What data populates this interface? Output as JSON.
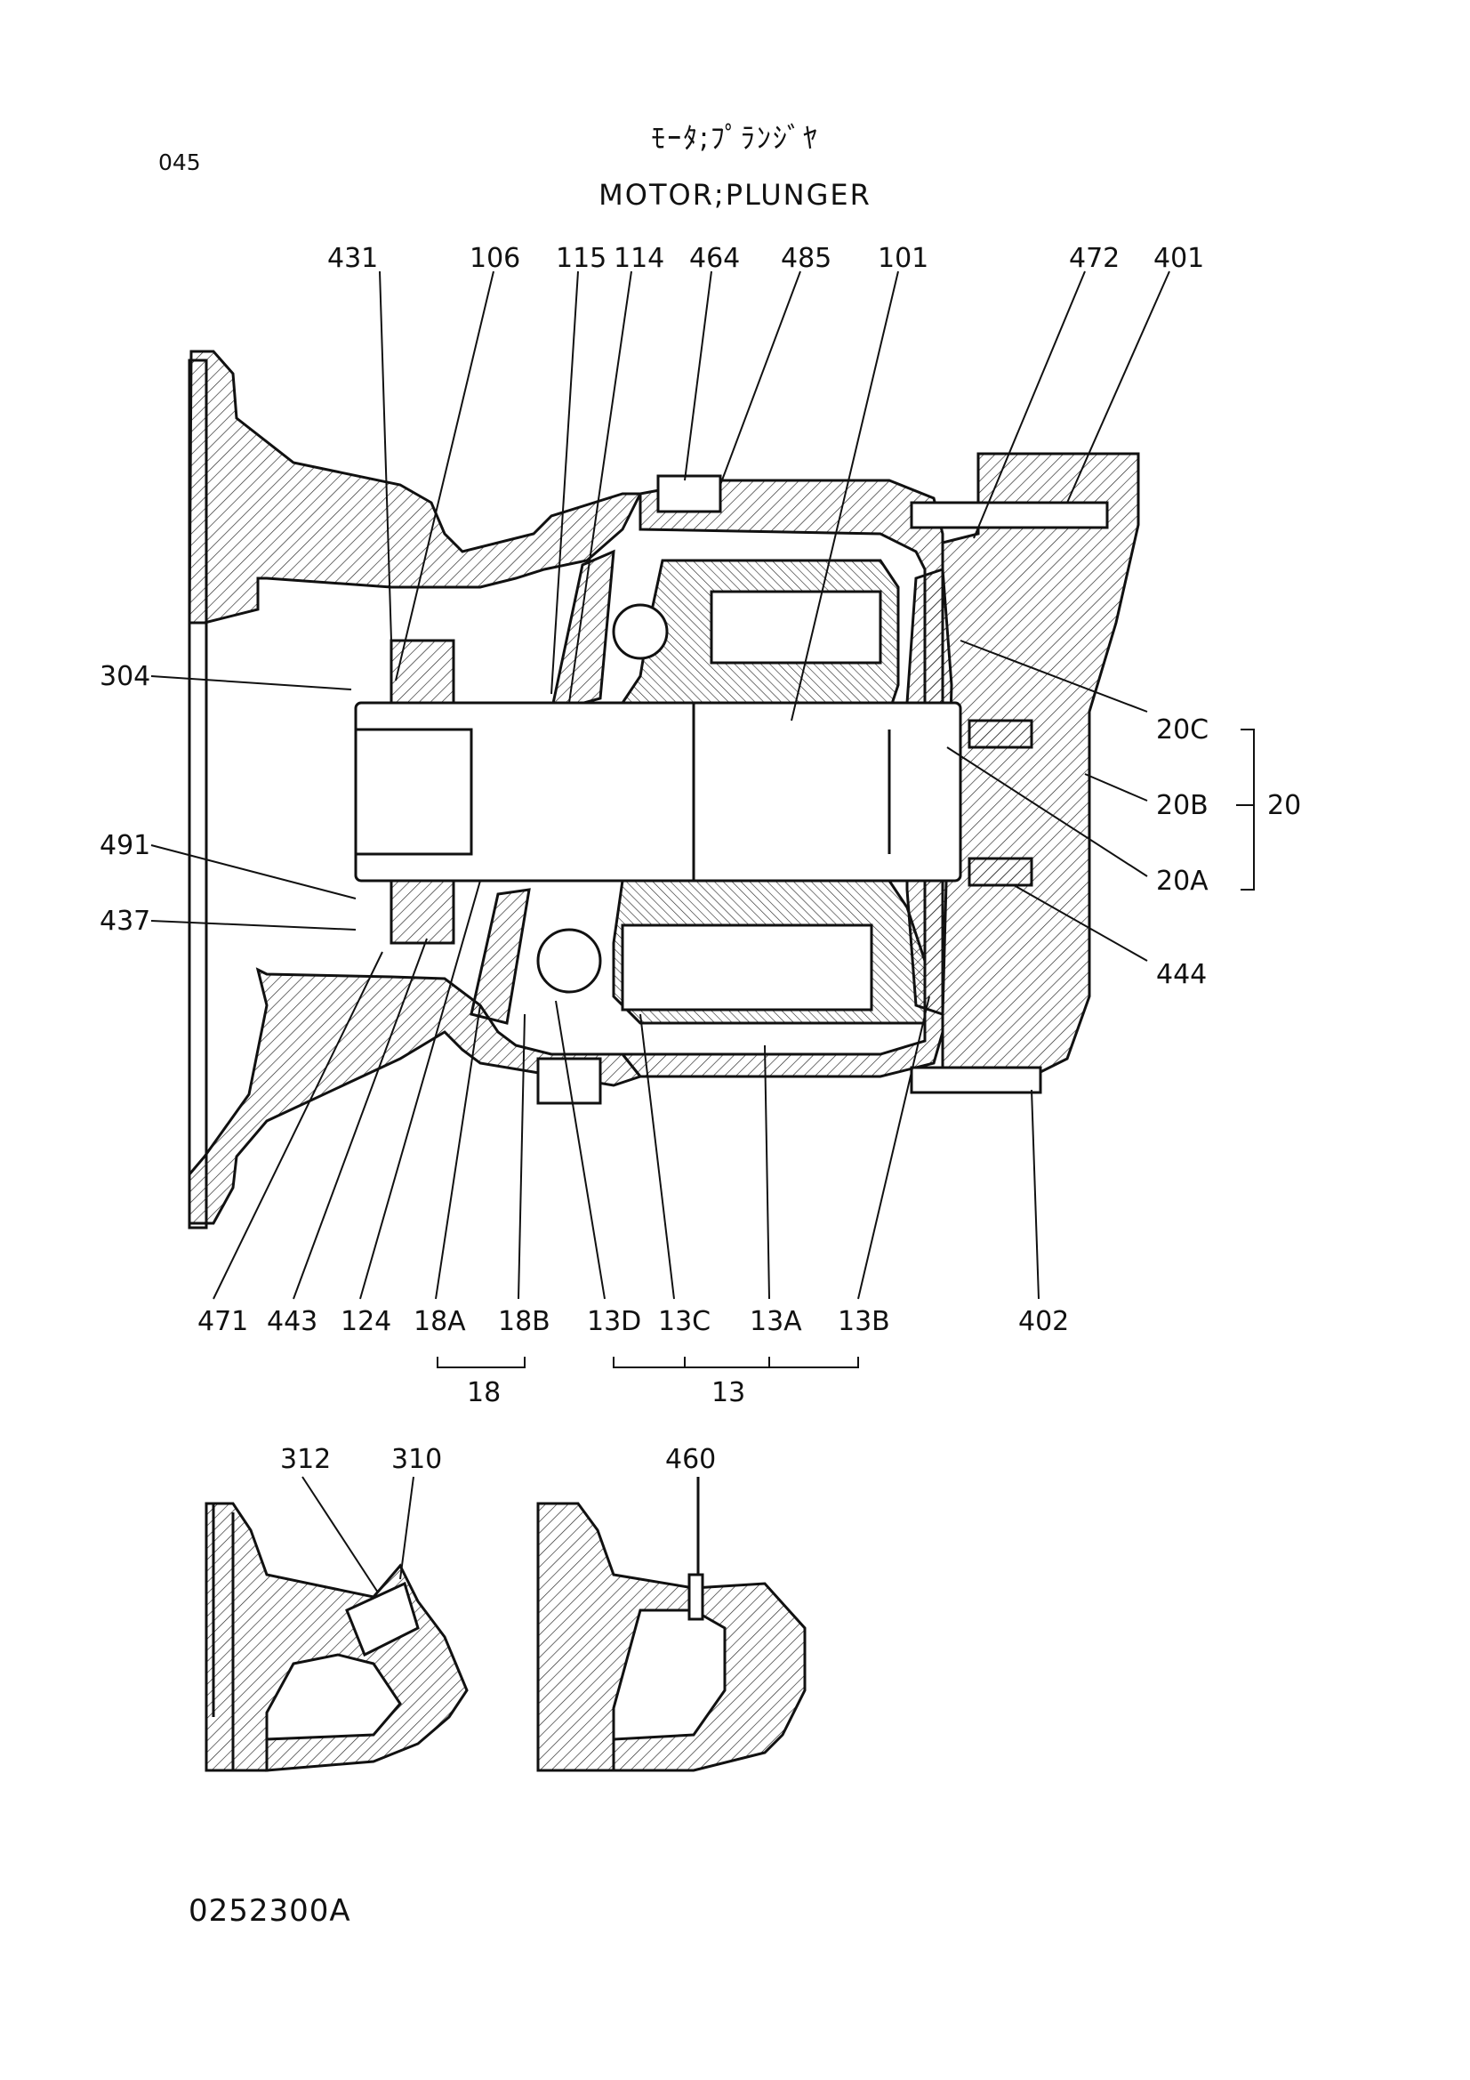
{
  "page_number": "045",
  "title_jp": "ﾓｰﾀ;ﾌﾟﾗﾝｼﾞﾔ",
  "title_en": "MOTOR;PLUNGER",
  "drawing_code": "0252300A",
  "callouts": {
    "p431": "431",
    "p106": "106",
    "p115": "115",
    "p114": "114",
    "p464": "464",
    "p485": "485",
    "p101": "101",
    "p472": "472",
    "p401": "401",
    "p304": "304",
    "p491": "491",
    "p437": "437",
    "p20C": "20C",
    "p20B": "20B",
    "p20": "20",
    "p20A": "20A",
    "p444": "444",
    "p471": "471",
    "p443": "443",
    "p124": "124",
    "p18A": "18A",
    "p18B": "18B",
    "p13D": "13D",
    "p13C": "13C",
    "p13A": "13A",
    "p13B": "13B",
    "p402": "402",
    "p18": "18",
    "p13": "13",
    "p312": "312",
    "p310": "310",
    "p460": "460"
  }
}
